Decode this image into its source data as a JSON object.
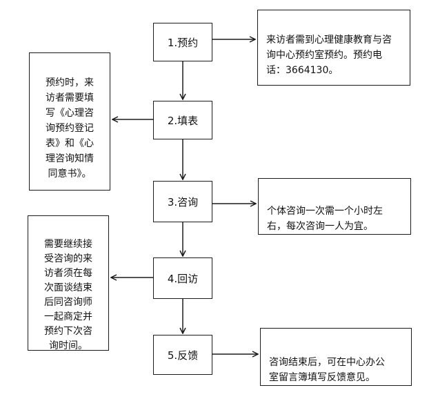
{
  "steps": [
    {
      "label": "1.预约"
    },
    {
      "label": "2.填表"
    },
    {
      "label": "3.咨询"
    },
    {
      "label": "4.回访"
    },
    {
      "label": "5.反馈"
    }
  ],
  "notes": {
    "step1": "来访者需到心理健康教育与咨\n询中心预约室预约。预约电\n话：3664130。",
    "step2": "预约时，来\n访者需要填\n写《心理咨\n询预约登记\n表》和《心\n理咨询知情\n同意书》。",
    "step3": "个体咨询一次需一个小时左\n右，每次咨询一人为宜。",
    "step4": "需要继续接\n受咨询的来\n访者须在每\n次面谈结束\n后同咨询师\n一起商定并\n预约下次咨\n询时间。",
    "step5": "咨询结束后，可在中心办公\n室留言簿填写反馈意见。"
  }
}
